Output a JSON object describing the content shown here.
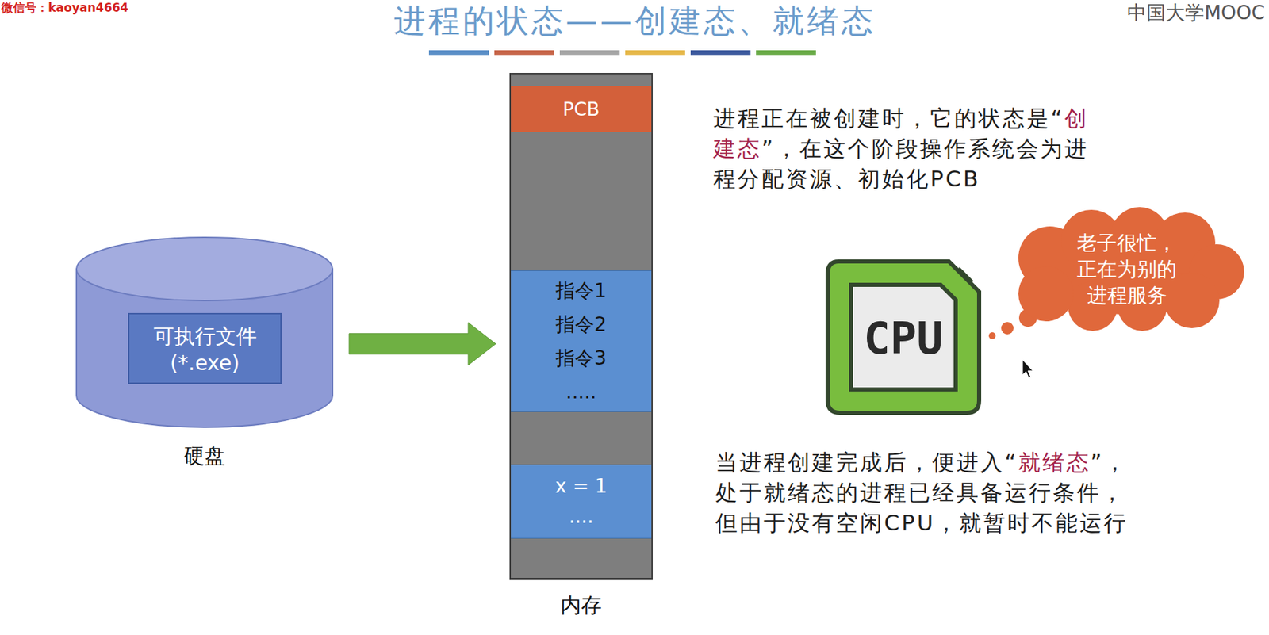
{
  "diagram": {
    "title": "进程的状态——创建态、就绪态",
    "nodes": [
      {
        "text": [
          "硬盘"
        ]
      },
      {
        "text": [
          "可执行文件 (*.exe)"
        ],
        "in": 0
      },
      {
        "text": [
          "内存"
        ]
      },
      {
        "text": [
          "PCB"
        ],
        "in": 2
      },
      {
        "text": [
          "指令1",
          "指令2",
          "指令3",
          "....."
        ],
        "in": 2
      },
      {
        "text": [
          "x = 1",
          "...."
        ],
        "in": 2
      },
      {
        "text": [
          "CPU"
        ]
      },
      {
        "text": [
          "老子很忙，正在为别的进程服务"
        ]
      }
    ],
    "edges": [
      {
        "from": 0,
        "to": 2,
        "arrow": "to"
      }
    ],
    "labels": [
      "微信号：kaoyan4664",
      "中国大学MOOC",
      "进程正在被创建时，它的状态是“",
      "创建态",
      "”，在这个阶段操作系统会为进程分配资源、初始化PCB",
      "当进程创建完成后，便进入“",
      "就绪态",
      "”，处于就绪态的进程已经具备运行条件，但由于没有空闲CPU，就暂时不能运行"
    ]
  }
}
